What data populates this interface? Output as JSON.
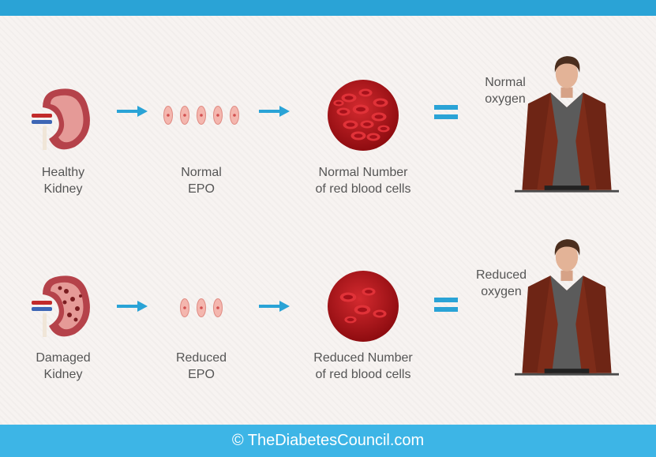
{
  "footer": {
    "text": "© TheDiabetesCouncil.com"
  },
  "rows": [
    {
      "kidney_label": [
        "Healthy",
        "Kidney"
      ],
      "epo_label": [
        "Normal",
        "EPO"
      ],
      "rbc_label": [
        "Normal Number",
        "of red blood cells"
      ],
      "oxygen_label": [
        "Normal",
        "oxygen"
      ]
    },
    {
      "kidney_label": [
        "Damaged",
        "Kidney"
      ],
      "epo_label": [
        "Reduced",
        "EPO"
      ],
      "rbc_label": [
        "Reduced Number",
        "of red blood cells"
      ],
      "oxygen_label": [
        "Reduced",
        "oxygen"
      ]
    }
  ],
  "colors": {
    "accent": "#2aa3d6",
    "footer": "#3db5e6",
    "blood": "#c4161c",
    "jacket": "#6e2515"
  }
}
